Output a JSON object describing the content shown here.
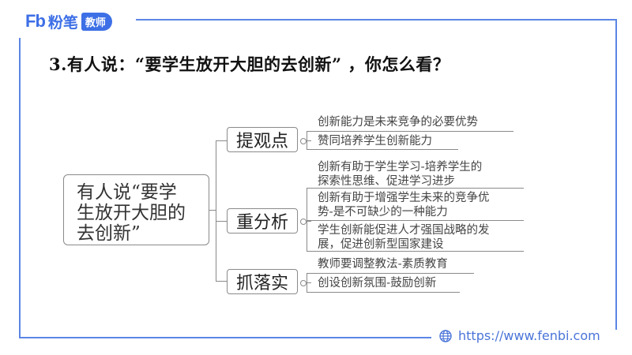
{
  "brand": {
    "mark": "Fb",
    "name": "粉笔",
    "badge": "教师",
    "accent_color": "#3d6fe6",
    "frame_color": "#5b86e5"
  },
  "question": {
    "title": "3.有人说：“要学生放开大胆的去创新” ，你怎么看？"
  },
  "mindmap": {
    "root": {
      "lines": [
        "有人说“要学",
        "生放开大胆的",
        "去创新”"
      ]
    },
    "branches": [
      {
        "label": "提观点",
        "leaves": [
          {
            "lines": [
              "创新能力是未来竞争的必要优势"
            ]
          },
          {
            "lines": [
              "赞同培养学生创新能力"
            ]
          }
        ]
      },
      {
        "label": "重分析",
        "leaves": [
          {
            "lines": [
              "创新有助于学生学习-培养学生的",
              "探索性思维、促进学习进步"
            ]
          },
          {
            "lines": [
              "创新有助于增强学生未来的竞争优",
              "势-是不可缺少的一种能力"
            ]
          },
          {
            "lines": [
              "学生创新能促进人才强国战略的发",
              "展，促进创新型国家建设"
            ]
          }
        ]
      },
      {
        "label": "抓落实",
        "leaves": [
          {
            "lines": [
              "教师要调整教法-素质教育"
            ]
          },
          {
            "lines": [
              "创设创新氛围-鼓励创新"
            ]
          }
        ]
      }
    ]
  },
  "footer": {
    "globe_icon": "globe-icon",
    "url": "https://www.fenbi.com"
  }
}
